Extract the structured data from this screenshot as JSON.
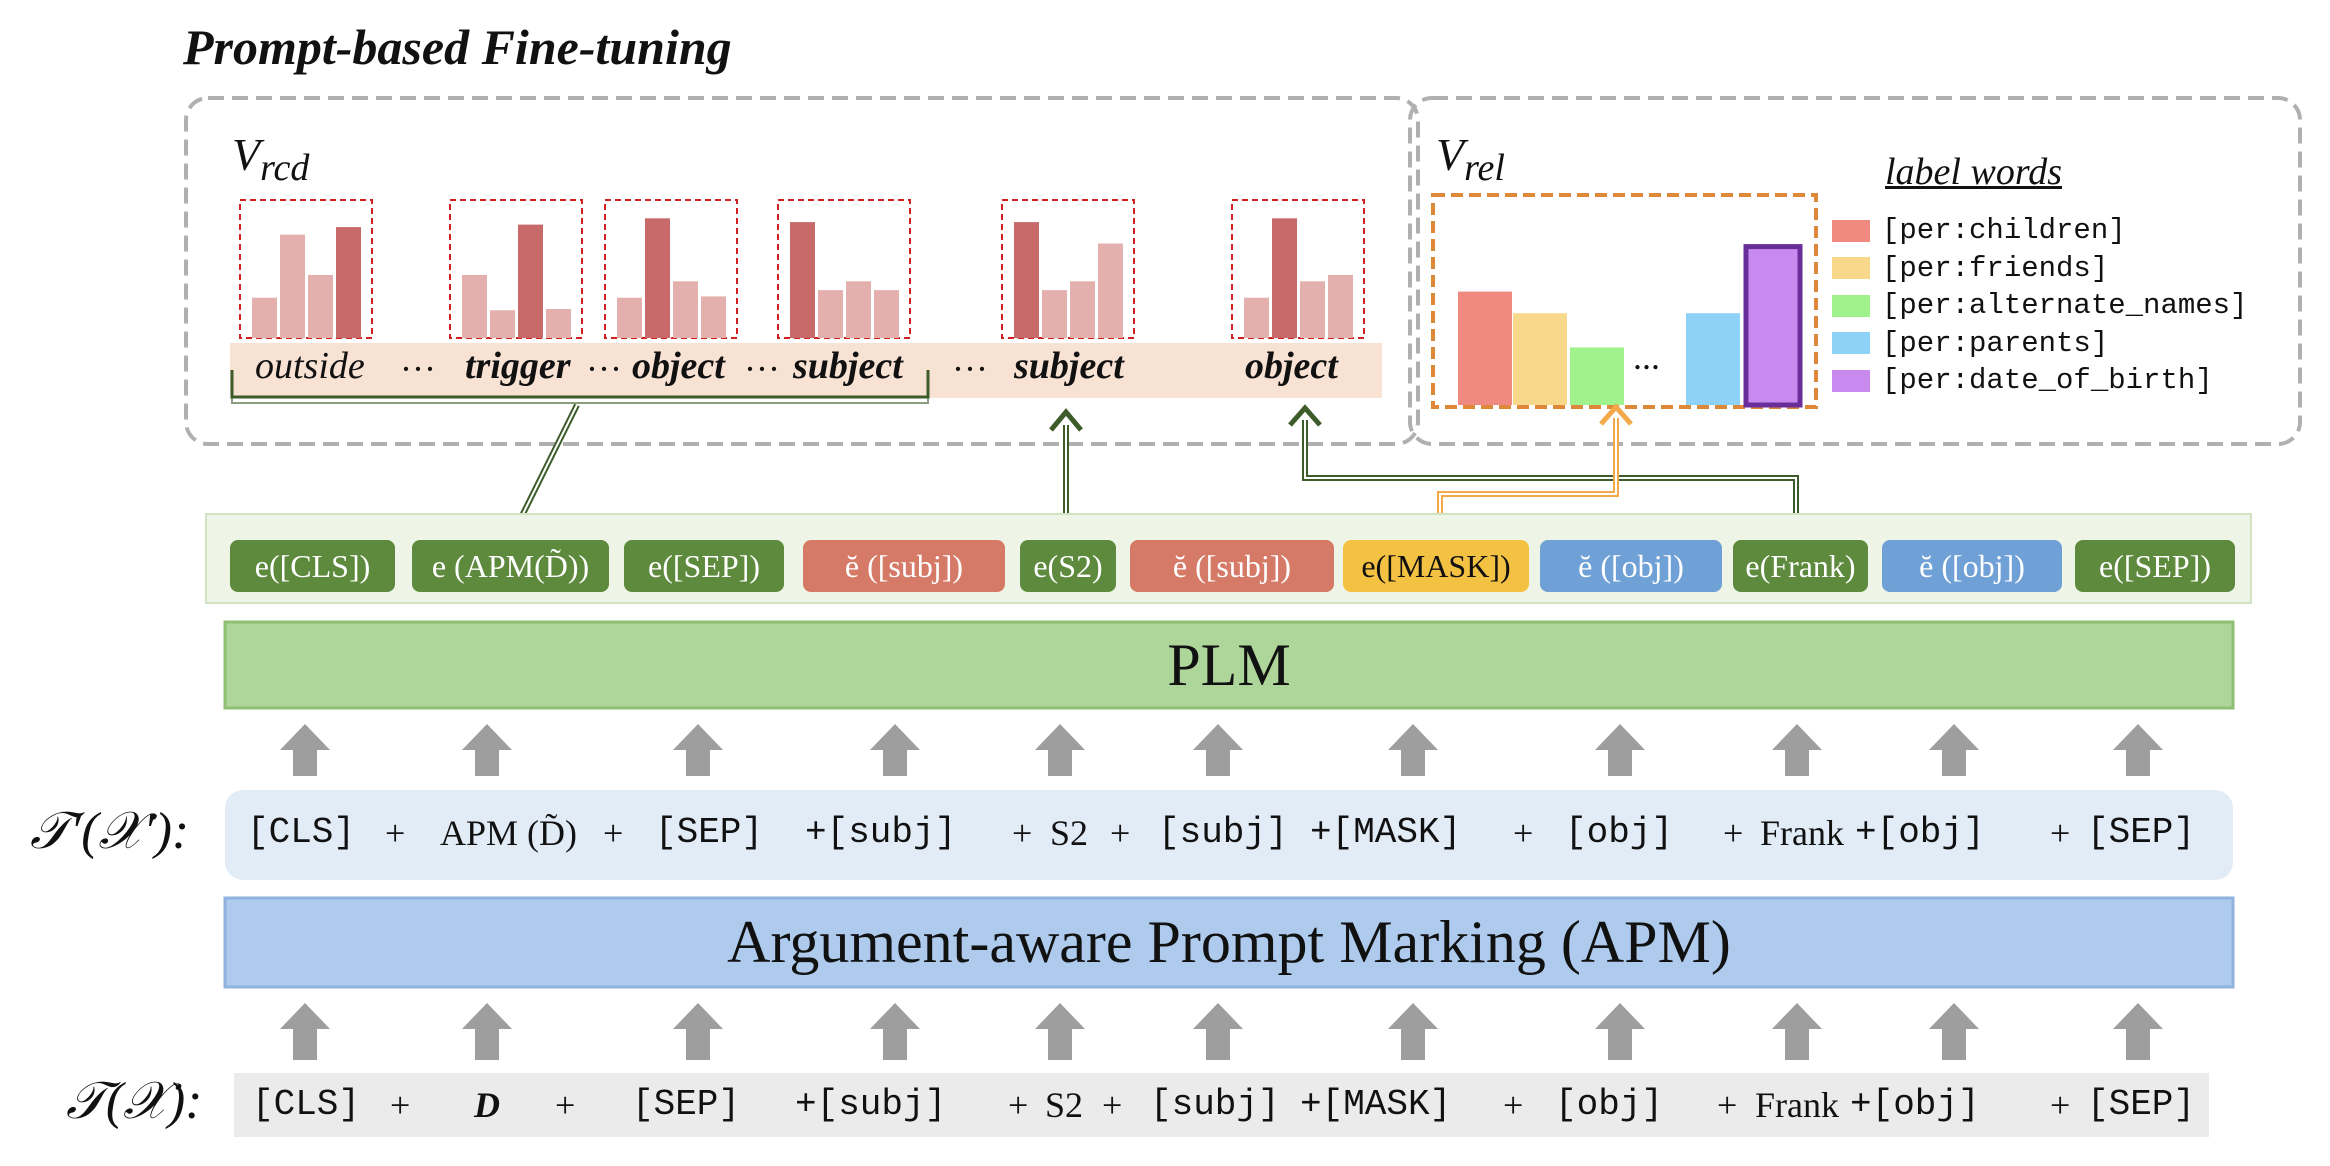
{
  "title": "Prompt-based Fine-tuning",
  "v_rcd": {
    "base": "V",
    "sub": "rcd"
  },
  "v_rel": {
    "base": "V",
    "sub": "rel"
  },
  "words": {
    "outside": "outside",
    "dots1": "···",
    "trigger": "trigger",
    "dots2": "···",
    "object": "object",
    "dots3": "···",
    "subject": "subject",
    "dots4": "···",
    "subject2": "subject",
    "object2": "object"
  },
  "rel_dots": "...",
  "label_words": {
    "title": "label words",
    "items": [
      {
        "text": "[per:children]",
        "color": "#F08A80"
      },
      {
        "text": "[per:friends]",
        "color": "#F8D88A"
      },
      {
        "text": "[per:alternate_names]",
        "color": "#9FF28C"
      },
      {
        "text": "[per:parents]",
        "color": "#8ED2F8"
      },
      {
        "text": "[per:date_of_birth]",
        "color": "#C98AF0"
      }
    ]
  },
  "embeddings": [
    {
      "text": "e([CLS])",
      "color": "#5D8A3C"
    },
    {
      "text": "e (APM(D̃))",
      "color": "#5D8A3C"
    },
    {
      "text": "e([SEP])",
      "color": "#5D8A3C"
    },
    {
      "text": "ĕ ([subj])",
      "color": "#D67A68"
    },
    {
      "text": "e(S2)",
      "color": "#5D8A3C"
    },
    {
      "text": "ĕ ([subj])",
      "color": "#D67A68"
    },
    {
      "text": "e([MASK])",
      "color": "#F4C243"
    },
    {
      "text": "ĕ ([obj])",
      "color": "#6FA0D6"
    },
    {
      "text": "e(Frank)",
      "color": "#5D8A3C"
    },
    {
      "text": "ĕ ([obj])",
      "color": "#6FA0D6"
    },
    {
      "text": "e([SEP])",
      "color": "#5D8A3C"
    }
  ],
  "plm": "PLM",
  "apm": "Argument-aware Prompt Marking (APM)",
  "row_t_prime": {
    "label": "𝒯′(𝒳′):",
    "items": [
      "[CLS]",
      "+",
      "APM (D̃)",
      "+",
      "[SEP]",
      "+[subj]",
      "+",
      "S2",
      "+",
      "[subj]",
      "+[MASK]",
      "+",
      "[obj]",
      "+",
      "Frank",
      "+[obj]",
      "+",
      "[SEP]"
    ]
  },
  "row_t": {
    "label": "𝒯(𝒳):",
    "items": [
      "[CLS]",
      "+",
      "D",
      "+",
      "[SEP]",
      "+[subj]",
      "+",
      "S2",
      "+",
      "[subj]",
      "+[MASK]",
      "+",
      "[obj]",
      "+",
      "Frank",
      "+[obj]",
      "+",
      "[SEP]"
    ]
  },
  "colors": {
    "dashed_border": "#B0B0B0",
    "word_band": "#F8E2D4",
    "histo_dark": "#C96A6A",
    "histo_light": "#E4B0AE",
    "histo_frame": "#D02020",
    "rel_frame": "#E0883A",
    "emb_band": "#EEF5E6",
    "plm_band": "#AED59A",
    "t_prime_band": "#E2ECF6",
    "apm_band": "#AECBEE",
    "t_band": "#EBEBEB",
    "arrow_gray": "#9E9E9E",
    "arrow_green": "#3E5C2A",
    "arrow_orange": "#F3A84A"
  }
}
